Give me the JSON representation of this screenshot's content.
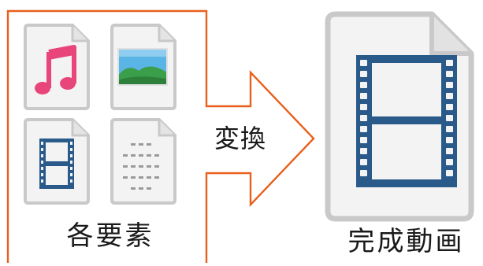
{
  "labels": {
    "elements": "各要素",
    "convert": "変換",
    "final_video": "完成動画"
  },
  "icons": {
    "small_files": [
      "music-file-icon",
      "image-file-icon",
      "video-file-icon",
      "text-file-icon"
    ],
    "large_file": "video-file-icon"
  },
  "colors": {
    "outline_orange": "#e8601c",
    "file_outline": "#c9c9c9",
    "file_fill": "#f3f3f3",
    "music_pink": "#e8457a",
    "film_blue": "#2a5a8a",
    "image_sky": "#5ab4e6",
    "image_grass": "#3a9e4a",
    "text_gray": "#9a9a9a"
  }
}
